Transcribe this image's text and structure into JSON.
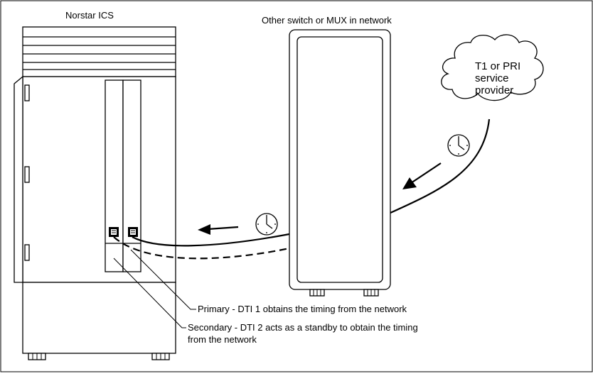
{
  "labels": {
    "norstar": "Norstar ICS",
    "other_switch": "Other switch or MUX in network",
    "cloud_line1": "T1 or PRI",
    "cloud_line2": "service",
    "cloud_line3": "provider",
    "primary": "Primary - DTI 1 obtains the timing from the network",
    "secondary_line1": "Secondary - DTI 2 acts as a standby to obtain the timing",
    "secondary_line2": "from the network"
  },
  "icons": [
    "clock-icon",
    "clock-icon",
    "arrow-icon",
    "arrow-icon",
    "cloud-icon",
    "network-jack-icon",
    "network-jack-icon"
  ],
  "colors": {
    "line": "#000000",
    "background": "#ffffff"
  }
}
